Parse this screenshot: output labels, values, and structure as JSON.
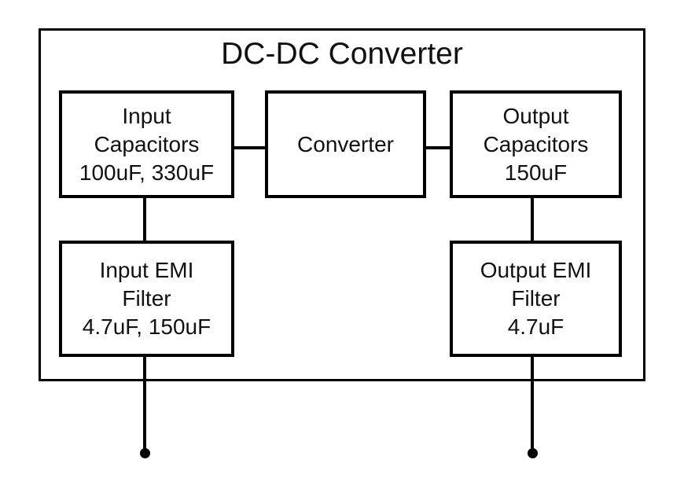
{
  "diagram": {
    "title": "DC-DC Converter",
    "blocks": {
      "input_capacitors": {
        "label": "Input\nCapacitors\n100uF, 330uF"
      },
      "converter": {
        "label": "Converter"
      },
      "output_capacitors": {
        "label": "Output\nCapacitors\n150uF"
      },
      "input_emi_filter": {
        "label": "Input EMI\nFilter\n4.7uF, 150uF"
      },
      "output_emi_filter": {
        "label": "Output EMI\nFilter\n4.7uF"
      }
    },
    "connections": [
      "input_capacitors-converter",
      "converter-output_capacitors",
      "input_capacitors-input_emi_filter",
      "output_capacitors-output_emi_filter",
      "input_emi_filter-input_terminal",
      "output_emi_filter-output_terminal"
    ],
    "colors": {
      "line": "#000000",
      "text": "#111111",
      "background": "#ffffff"
    }
  }
}
